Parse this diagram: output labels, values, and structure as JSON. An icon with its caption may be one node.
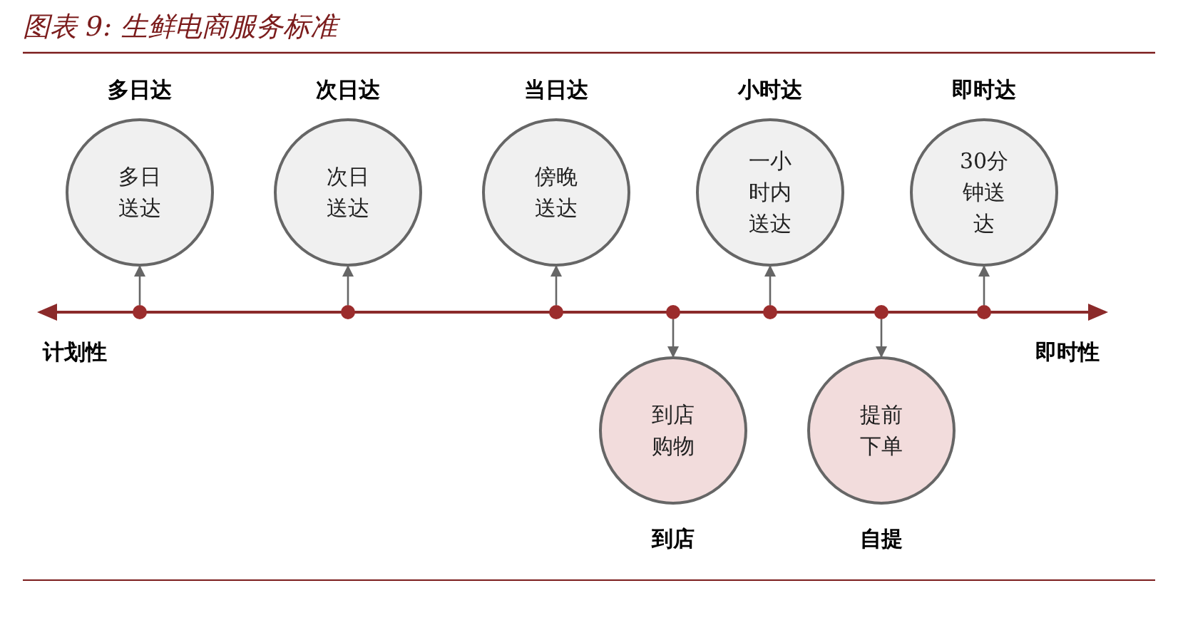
{
  "diagram": {
    "title": "图表 9: 生鲜电商服务标准",
    "nodes": [
      {
        "text": [
          "多日达",
          "多日送达"
        ]
      },
      {
        "text": [
          "次日达",
          "次日送达"
        ]
      },
      {
        "text": [
          "当日达",
          "傍晚送达"
        ]
      },
      {
        "text": [
          "小时达",
          "一小时内送达"
        ]
      },
      {
        "text": [
          "即时达",
          "30分钟送达"
        ]
      },
      {
        "text": [],
        "shape": "circle"
      },
      {
        "text": [],
        "shape": "circle"
      },
      {
        "text": [],
        "shape": "circle"
      },
      {
        "text": [],
        "shape": "circle"
      },
      {
        "text": [],
        "shape": "circle"
      },
      {
        "text": [],
        "shape": "circle"
      },
      {
        "text": [],
        "shape": "circle"
      },
      {
        "text": [
          "到店购物",
          "到店"
        ]
      },
      {
        "text": [
          "提前下单",
          "自提"
        ]
      }
    ],
    "edges": [
      {
        "from": 5,
        "to": 0,
        "arrow": "to"
      },
      {
        "from": 6,
        "to": 1,
        "arrow": "to"
      },
      {
        "from": 7,
        "to": 2,
        "arrow": "to"
      },
      {
        "from": 8,
        "to": 12,
        "arrow": "to"
      },
      {
        "from": 9,
        "to": 3,
        "arrow": "to"
      },
      {
        "from": 10,
        "to": 13,
        "arrow": "to"
      },
      {
        "from": 11,
        "to": 4,
        "arrow": "to"
      }
    ],
    "labels": [
      "计划性",
      "即时性"
    ]
  }
}
